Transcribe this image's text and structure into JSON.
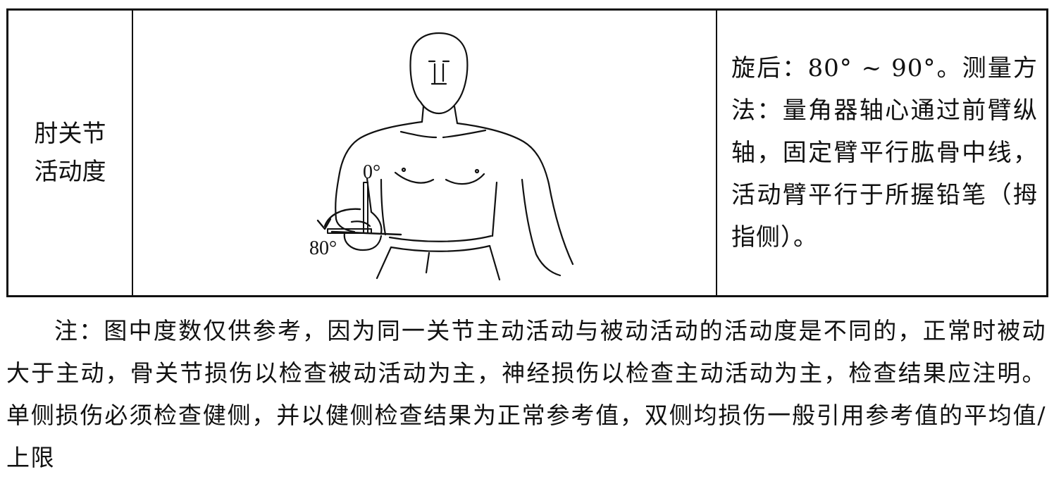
{
  "table": {
    "label": "肘关节活动度",
    "figure": {
      "angle_top": "0°",
      "angle_bottom": "80°"
    },
    "description": "旋后：80° ~ 90°。测量方法：量角器轴心通过前臂纵轴，固定臂平行肱骨中线，活动臂平行于所握铅笔（拇指侧）。"
  },
  "note": "注：图中度数仅供参考，因为同一关节主动活动与被动活动的活动度是不同的，正常时被动大于主动，骨关节损伤以检查被动活动为主，神经损伤以检查主动活动为主，检查结果应注明。单侧损伤必须检查健侧，并以健侧检查结果为正常参考值，双侧均损伤一般引用参考值的平均值/上限"
}
